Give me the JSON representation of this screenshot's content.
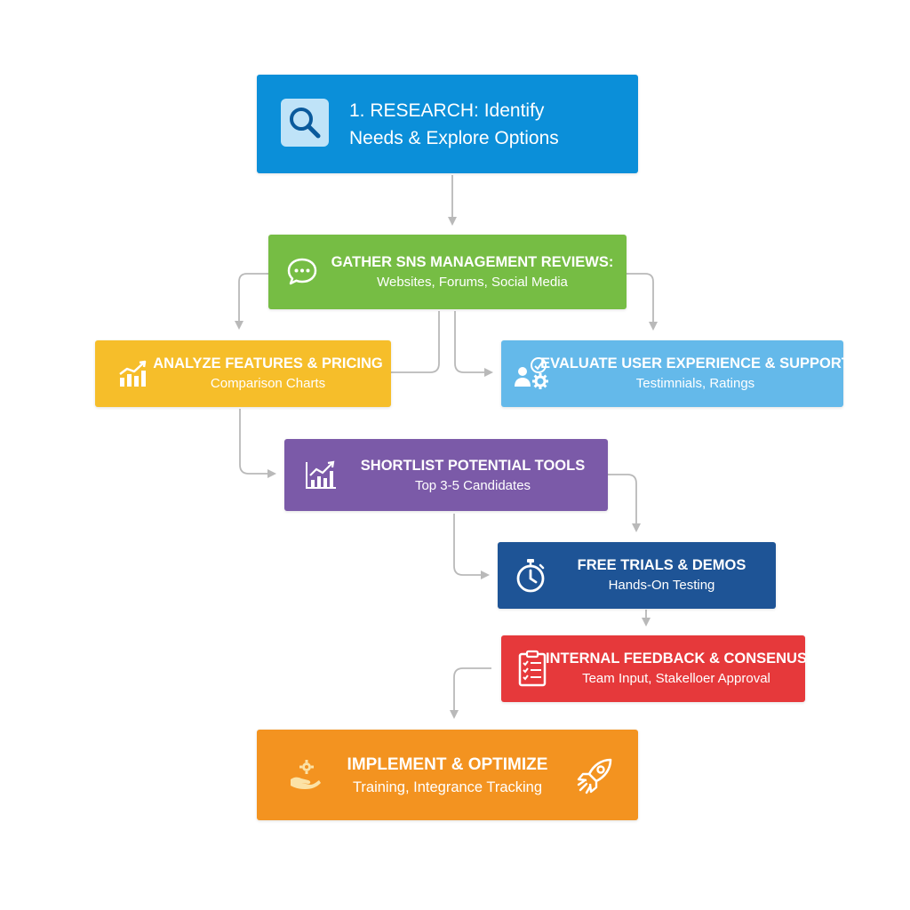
{
  "colors": {
    "research": "#0b8fd9",
    "gather": "#76bd44",
    "analyze": "#f6be2a",
    "evaluate": "#64b9ea",
    "shortlist": "#7b5aa8",
    "trials": "#1e5496",
    "feedback": "#e6393b",
    "implement": "#f39320",
    "connector": "#b9b9b9"
  },
  "steps": {
    "research": {
      "line1": "1. RESEARCH: Identify",
      "line2": "Needs & Explore Options",
      "icon": "magnifier-icon"
    },
    "gather": {
      "title": "GATHER SNS MANAGEMENT REVIEWS:",
      "subtitle": "Websites, Forums, Social Media",
      "icon": "speech-bubble-icon"
    },
    "analyze": {
      "title": "ANALYZE FEATURES & PRICING",
      "subtitle": "Comparison Charts",
      "icon": "bar-chart-icon"
    },
    "evaluate": {
      "title": "EVALUATE USER EXPERIENCE & SUPPORT",
      "subtitle": "Testimnials, Ratings",
      "icon": "user-gear-icon"
    },
    "shortlist": {
      "title": "SHORTLIST POTENTIAL TOOLS",
      "subtitle": "Top 3-5 Candidates",
      "icon": "growth-chart-icon"
    },
    "trials": {
      "title": "FREE TRIALS & DEMOS",
      "subtitle": "Hands-On Testing",
      "icon": "stopwatch-icon"
    },
    "feedback": {
      "title": "INTERNAL FEEDBACK & CONSENUS",
      "subtitle": "Team Input, Stakelloer Approval",
      "icon": "clipboard-checklist-icon"
    },
    "implement": {
      "title": "IMPLEMENT & OPTIMIZE",
      "subtitle": "Training, Integrance Tracking",
      "icon": "hand-gear-icon",
      "icon_right": "rocket-icon"
    }
  }
}
